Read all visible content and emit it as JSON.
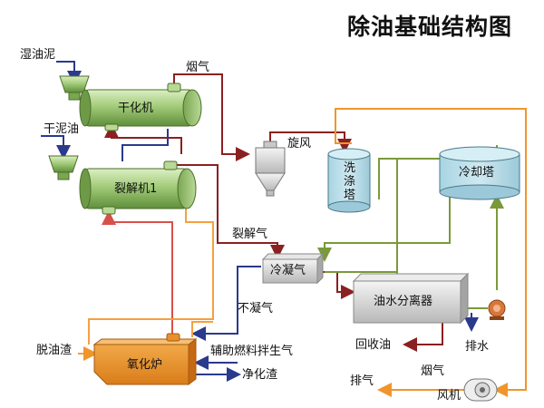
{
  "title": "除油基础结构图",
  "equipment": {
    "dryer": "干化机",
    "cracker": "裂解机1",
    "cyclone": "旋风",
    "washer": "洗\n涤\n塔",
    "cooling_tower": "冷却塔",
    "condenser": "冷凝气",
    "separator": "油水分离器",
    "furnace": "氧化炉",
    "fan": "风机"
  },
  "streams": {
    "wet_sludge": "湿油泥",
    "dry_sludge": "干泥油",
    "flue_gas_top": "烟气",
    "pyrolysis_gas": "裂解气",
    "noncondensable_gas": "不凝气",
    "deoiled_residue": "脱油渣",
    "aux_fuel": "辅助燃料拌生气",
    "clean_residue": "净化渣",
    "recovered_oil": "回收油",
    "drain_water": "排水",
    "exhaust": "排气",
    "flue_gas_bottom": "烟气"
  },
  "colors": {
    "flue_gas": "#8b2020",
    "hot_gas": "#f5a040",
    "water": "#2a3a8c",
    "cooling_water": "#7a9a3a",
    "equipment_green": "#8ab860",
    "furnace_orange": "#e8902c",
    "washer_blue": "#b8dde8"
  }
}
